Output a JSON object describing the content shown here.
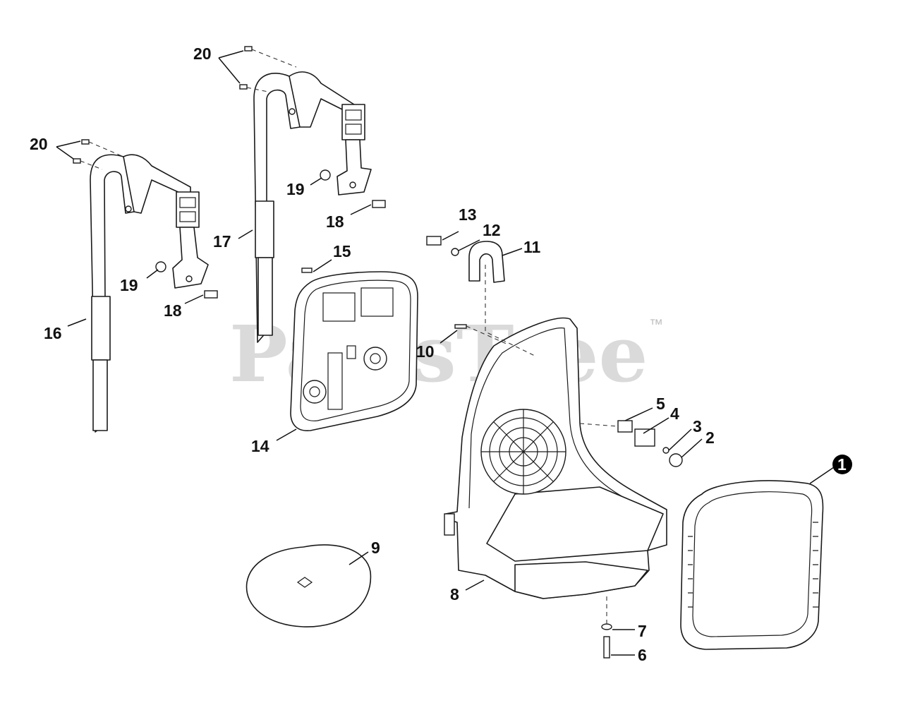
{
  "watermark": {
    "text": "PartsTree",
    "trademark": "™"
  },
  "callouts": {
    "p1": "1",
    "p2": "2",
    "p3": "3",
    "p4": "4",
    "p5": "5",
    "p6": "6",
    "p7": "7",
    "p8": "8",
    "p9": "9",
    "p10": "10",
    "p11": "11",
    "p12": "12",
    "p13": "13",
    "p14": "14",
    "p15": "15",
    "p16": "16",
    "p17": "17",
    "p18a": "18",
    "p18b": "18",
    "p19a": "19",
    "p19b": "19",
    "p20a": "20",
    "p20b": "20"
  },
  "colors": {
    "line": "#1a1a1a",
    "watermark": "#bdbdbd",
    "highlight_badge": "#000000"
  }
}
